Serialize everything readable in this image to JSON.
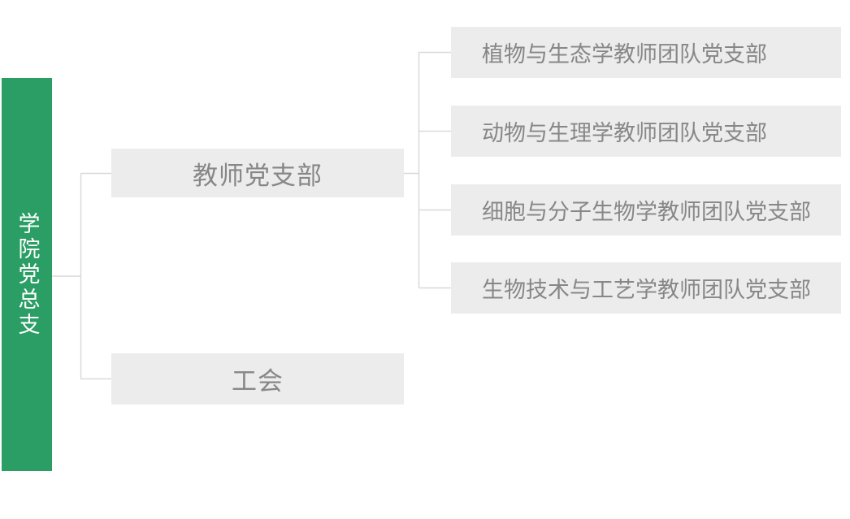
{
  "org_chart": {
    "root": {
      "label": "学院党总支"
    },
    "branches": [
      {
        "label": "教师党支部",
        "children": [
          "植物与生态学教师团队党支部",
          "动物与生理学教师团队党支部",
          "细胞与分子生物学教师团队党支部",
          "生物技术与工艺学教师团队党支部"
        ]
      },
      {
        "label": "工会",
        "children": []
      }
    ],
    "colors": {
      "root_bg": "#2a9e65",
      "root_text": "#ffffff",
      "node_bg": "#ececec",
      "node_text": "#878787",
      "connector": "#d9d9d9"
    }
  }
}
